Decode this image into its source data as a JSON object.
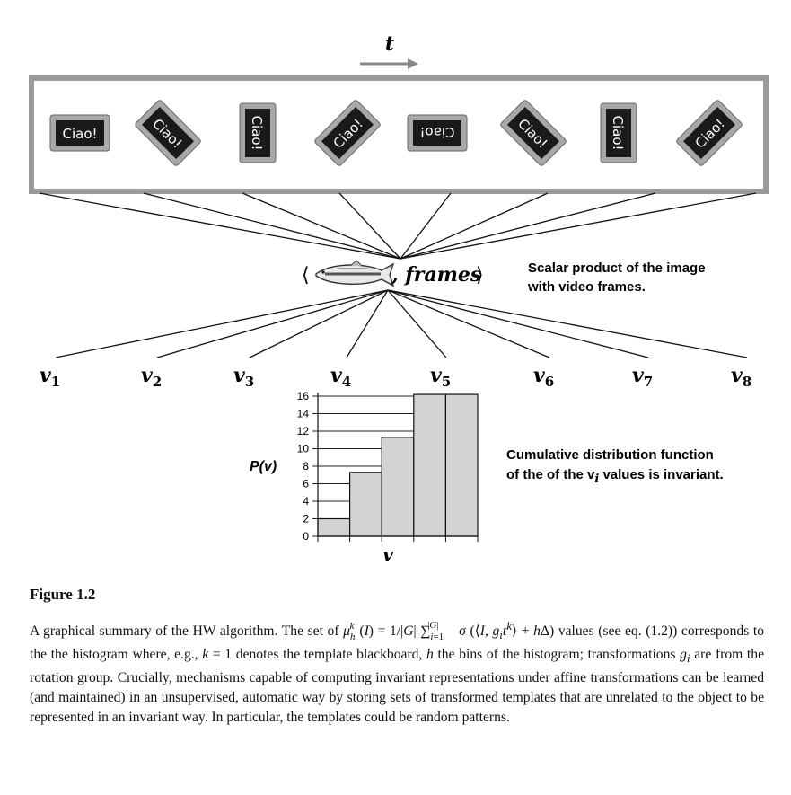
{
  "figure": {
    "time_label": "t",
    "frame_texts": [
      "Ciao!",
      "Ciao!",
      "Ciao!",
      "Ciao!",
      "Ciao!",
      "Ciao!",
      "Ciao!",
      "Ciao!"
    ],
    "product_left": "⟨",
    "product_text": ", frames",
    "product_right": "⟩",
    "note_scalar_line1": "Scalar product of the image",
    "note_scalar_line2": "with video frames.",
    "v_labels": [
      "v1",
      "v2",
      "v3",
      "v4",
      "v5",
      "v6",
      "v7",
      "v8"
    ],
    "note_cdf_line1": "Cumulative distribution function",
    "note_cdf_line2": "of the of the v",
    "note_cdf_sub": "i",
    "note_cdf_tail": " values is invariant."
  },
  "chart_data": {
    "type": "bar",
    "ylabel": "P(v)",
    "xlabel": "v",
    "ylim": [
      0,
      16
    ],
    "yticks": [
      "0",
      "2",
      "4",
      "6",
      "8",
      "10",
      "12",
      "14",
      "16"
    ],
    "values": [
      2,
      7.3,
      11.3,
      16.2,
      16.2
    ],
    "grid": "horizontal"
  },
  "caption": {
    "title": "Figure 1.2",
    "line1_a": "A graphical summary of the HW algorithm. The set of",
    "line1_b": "values (see eq. (1.2)) corresponds to the the histogram where, e.g.,",
    "line1_c": "denotes the template blackboard,",
    "line1_d": "the bins of the histogram; transformations",
    "line1_e": "are from the rotation group. Crucially, mechanisms capable of computing invariant representations under affine transformations can be learned (and maintained) in an unsupervised, automatic way by storing sets of transformed templates that are unrelated to the object to be represented in an invariant way. In particular, the templates could be random patterns."
  }
}
